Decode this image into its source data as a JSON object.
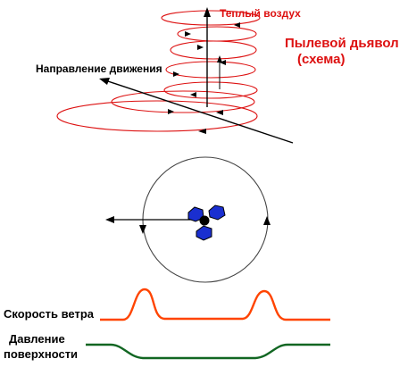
{
  "labels": {
    "warm_air": "Теплый воздух",
    "title_line1": "Пылевой дьявол",
    "title_line2": "(схема)",
    "direction": "Направление движения",
    "wind_speed": "Скорость ветра",
    "pressure_line1": "Давление",
    "pressure_line2": "поверхности"
  },
  "colors": {
    "red": "#dd1111",
    "wind_curve": "#ff4400",
    "pressure_curve": "#116622",
    "particles": "#1a2fd0",
    "ink": "#000000",
    "circle": "#444444"
  }
}
